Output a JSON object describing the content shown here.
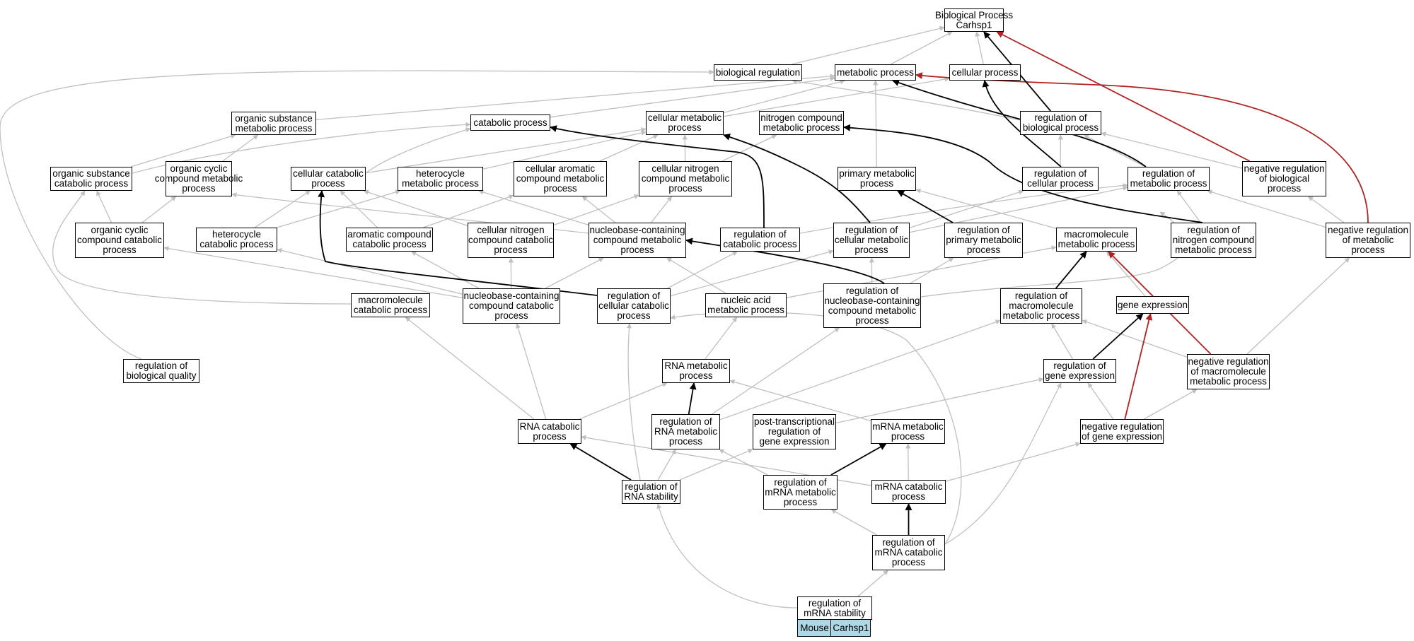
{
  "nodes": [
    {
      "id": "bp_root",
      "lines": [
        "Biological Process",
        "Carhsp1"
      ]
    },
    {
      "id": "bio_reg",
      "lines": [
        "biological regulation"
      ]
    },
    {
      "id": "metab",
      "lines": [
        "metabolic process"
      ]
    },
    {
      "id": "cell_proc",
      "lines": [
        "cellular process"
      ]
    },
    {
      "id": "org_sub_met",
      "lines": [
        "organic substance",
        "metabolic process"
      ]
    },
    {
      "id": "catab",
      "lines": [
        "catabolic process"
      ]
    },
    {
      "id": "cell_met",
      "lines": [
        "cellular metabolic",
        "process"
      ]
    },
    {
      "id": "nitro_met",
      "lines": [
        "nitrogen compound",
        "metabolic process"
      ]
    },
    {
      "id": "reg_bio",
      "lines": [
        "regulation of",
        "biological process"
      ]
    },
    {
      "id": "org_sub_cat",
      "lines": [
        "organic substance",
        "catabolic process"
      ]
    },
    {
      "id": "org_cyc_met",
      "lines": [
        "organic cyclic",
        "compound metabolic",
        "process"
      ]
    },
    {
      "id": "cell_cat",
      "lines": [
        "cellular catabolic",
        "process"
      ]
    },
    {
      "id": "hetero_met",
      "lines": [
        "heterocycle",
        "metabolic process"
      ]
    },
    {
      "id": "cell_arom",
      "lines": [
        "cellular aromatic",
        "compound metabolic",
        "process"
      ]
    },
    {
      "id": "cell_nitro_met",
      "lines": [
        "cellular nitrogen",
        "compound metabolic",
        "process"
      ]
    },
    {
      "id": "prim_met",
      "lines": [
        "primary metabolic",
        "process"
      ]
    },
    {
      "id": "reg_cell_proc",
      "lines": [
        "regulation of",
        "cellular process"
      ]
    },
    {
      "id": "reg_met",
      "lines": [
        "regulation of",
        "metabolic process"
      ]
    },
    {
      "id": "neg_reg_bio",
      "lines": [
        "negative regulation",
        "of biological",
        "process"
      ]
    },
    {
      "id": "org_cyc_cat",
      "lines": [
        "organic cyclic",
        "compound catabolic",
        "process"
      ]
    },
    {
      "id": "hetero_cat",
      "lines": [
        "heterocycle",
        "catabolic process"
      ]
    },
    {
      "id": "arom_cat",
      "lines": [
        "aromatic compound",
        "catabolic process"
      ]
    },
    {
      "id": "cell_nitro_cat",
      "lines": [
        "cellular nitrogen",
        "compound catabolic",
        "process"
      ]
    },
    {
      "id": "nb_met",
      "lines": [
        "nucleobase-containing",
        "compound metabolic",
        "process"
      ]
    },
    {
      "id": "reg_cat",
      "lines": [
        "regulation of",
        "catabolic process"
      ]
    },
    {
      "id": "reg_cell_met",
      "lines": [
        "regulation of",
        "cellular metabolic",
        "process"
      ]
    },
    {
      "id": "reg_prim",
      "lines": [
        "regulation of",
        "primary metabolic",
        "process"
      ]
    },
    {
      "id": "macro_met",
      "lines": [
        "macromolecule",
        "metabolic process"
      ]
    },
    {
      "id": "reg_nitro",
      "lines": [
        "regulation of",
        "nitrogen compound",
        "metabolic process"
      ]
    },
    {
      "id": "neg_reg_met",
      "lines": [
        "negative regulation",
        "of metabolic",
        "process"
      ]
    },
    {
      "id": "macro_cat",
      "lines": [
        "macromolecule",
        "catabolic process"
      ]
    },
    {
      "id": "nb_cat",
      "lines": [
        "nucleobase-containing",
        "compound catabolic",
        "process"
      ]
    },
    {
      "id": "reg_cell_cat",
      "lines": [
        "regulation of",
        "cellular catabolic",
        "process"
      ]
    },
    {
      "id": "nuc_acid",
      "lines": [
        "nucleic acid",
        "metabolic process"
      ]
    },
    {
      "id": "reg_nb",
      "lines": [
        "regulation of",
        "nucleobase-containing",
        "compound metabolic",
        "process"
      ]
    },
    {
      "id": "reg_macro",
      "lines": [
        "regulation of",
        "macromolecule",
        "metabolic process"
      ]
    },
    {
      "id": "gene_exp",
      "lines": [
        "gene expression"
      ]
    },
    {
      "id": "reg_bioq",
      "lines": [
        "regulation of",
        "biological quality"
      ]
    },
    {
      "id": "rna_met",
      "lines": [
        "RNA metabolic",
        "process"
      ]
    },
    {
      "id": "reg_gene",
      "lines": [
        "regulation of",
        "gene expression"
      ]
    },
    {
      "id": "neg_reg_macro",
      "lines": [
        "negative regulation",
        "of macromolecule",
        "metabolic process"
      ]
    },
    {
      "id": "rna_cat",
      "lines": [
        "RNA catabolic",
        "process"
      ]
    },
    {
      "id": "reg_rna_met",
      "lines": [
        "regulation of",
        "RNA metabolic",
        "process"
      ]
    },
    {
      "id": "post_trans",
      "lines": [
        "post-transcriptional",
        "regulation of",
        "gene expression"
      ]
    },
    {
      "id": "mrna_met",
      "lines": [
        "mRNA metabolic",
        "process"
      ]
    },
    {
      "id": "neg_reg_gene",
      "lines": [
        "negative regulation",
        "of gene expression"
      ]
    },
    {
      "id": "reg_rna_stab",
      "lines": [
        "regulation of",
        "RNA stability"
      ]
    },
    {
      "id": "reg_mrna_met",
      "lines": [
        "regulation of",
        "mRNA metabolic",
        "process"
      ]
    },
    {
      "id": "mrna_cat",
      "lines": [
        "mRNA catabolic",
        "process"
      ]
    },
    {
      "id": "reg_mrna_cat",
      "lines": [
        "regulation of",
        "mRNA catabolic",
        "process"
      ]
    },
    {
      "id": "reg_mrna_stab",
      "lines": [
        "regulation of",
        "mRNA stability"
      ]
    }
  ],
  "tags": [
    "Mouse",
    "Carhsp1"
  ],
  "colors": {
    "gray": "#c0c0c0",
    "black": "#000000",
    "red": "#b22222",
    "tag_bg": "#add8e6"
  },
  "edges": [
    {
      "from": "bio_reg",
      "to": "bp_root",
      "color": "gray"
    },
    {
      "from": "metab",
      "to": "bp_root",
      "color": "gray"
    },
    {
      "from": "cell_proc",
      "to": "bp_root",
      "color": "gray"
    },
    {
      "from": "reg_bio",
      "to": "bp_root",
      "color": "black"
    },
    {
      "from": "neg_reg_bio",
      "to": "bp_root",
      "color": "red"
    },
    {
      "from": "reg_bio",
      "to": "bio_reg",
      "color": "gray"
    },
    {
      "from": "reg_bioq",
      "to": "bio_reg",
      "color": "gray"
    },
    {
      "from": "org_sub_met",
      "to": "metab",
      "color": "gray"
    },
    {
      "from": "catab",
      "to": "metab",
      "color": "gray"
    },
    {
      "from": "cell_met",
      "to": "metab",
      "color": "gray"
    },
    {
      "from": "prim_met",
      "to": "metab",
      "color": "gray"
    },
    {
      "from": "reg_met",
      "to": "metab",
      "color": "black"
    },
    {
      "from": "neg_reg_met",
      "to": "metab",
      "color": "red"
    },
    {
      "from": "cell_met",
      "to": "cell_proc",
      "color": "gray"
    },
    {
      "from": "reg_cell_proc",
      "to": "cell_proc",
      "color": "black"
    },
    {
      "from": "reg_cell_proc",
      "to": "reg_bio",
      "color": "gray"
    },
    {
      "from": "reg_met",
      "to": "reg_bio",
      "color": "gray"
    },
    {
      "from": "neg_reg_bio",
      "to": "reg_bio",
      "color": "gray"
    },
    {
      "from": "org_sub_cat",
      "to": "org_sub_met",
      "color": "gray"
    },
    {
      "from": "org_cyc_met",
      "to": "org_sub_met",
      "color": "gray"
    },
    {
      "from": "org_sub_cat",
      "to": "catab",
      "color": "gray"
    },
    {
      "from": "cell_cat",
      "to": "catab",
      "color": "gray"
    },
    {
      "from": "reg_cat",
      "to": "catab",
      "color": "black"
    },
    {
      "from": "cell_cat",
      "to": "cell_met",
      "color": "gray"
    },
    {
      "from": "hetero_met",
      "to": "cell_met",
      "color": "gray"
    },
    {
      "from": "cell_arom",
      "to": "cell_met",
      "color": "gray"
    },
    {
      "from": "cell_nitro_met",
      "to": "cell_met",
      "color": "gray"
    },
    {
      "from": "reg_cell_met",
      "to": "cell_met",
      "color": "black"
    },
    {
      "from": "cell_nitro_met",
      "to": "nitro_met",
      "color": "gray"
    },
    {
      "from": "reg_nitro",
      "to": "nitro_met",
      "color": "black"
    },
    {
      "from": "org_cyc_cat",
      "to": "org_sub_cat",
      "color": "gray"
    },
    {
      "from": "macro_cat",
      "to": "org_sub_cat",
      "color": "gray"
    },
    {
      "from": "org_cyc_cat",
      "to": "org_cyc_met",
      "color": "gray"
    },
    {
      "from": "hetero_cat",
      "to": "cell_cat",
      "color": "gray"
    },
    {
      "from": "arom_cat",
      "to": "cell_cat",
      "color": "gray"
    },
    {
      "from": "cell_nitro_cat",
      "to": "cell_cat",
      "color": "gray"
    },
    {
      "from": "reg_cell_cat",
      "to": "cell_cat",
      "color": "black"
    },
    {
      "from": "hetero_cat",
      "to": "hetero_met",
      "color": "gray"
    },
    {
      "from": "nb_met",
      "to": "hetero_met",
      "color": "gray"
    },
    {
      "from": "nb_met",
      "to": "cell_arom",
      "color": "gray"
    },
    {
      "from": "arom_cat",
      "to": "cell_arom",
      "color": "gray"
    },
    {
      "from": "nb_met",
      "to": "cell_nitro_met",
      "color": "gray"
    },
    {
      "from": "cell_nitro_cat",
      "to": "cell_nitro_met",
      "color": "gray"
    },
    {
      "from": "nb_met",
      "to": "org_cyc_met",
      "color": "gray"
    },
    {
      "from": "macro_met",
      "to": "prim_met",
      "color": "gray"
    },
    {
      "from": "reg_prim",
      "to": "prim_met",
      "color": "black"
    },
    {
      "from": "reg_cell_met",
      "to": "reg_cell_proc",
      "color": "gray"
    },
    {
      "from": "reg_cell_met",
      "to": "reg_met",
      "color": "gray"
    },
    {
      "from": "reg_nitro",
      "to": "reg_met",
      "color": "gray"
    },
    {
      "from": "neg_reg_met",
      "to": "reg_met",
      "color": "gray"
    },
    {
      "from": "reg_cat",
      "to": "reg_met",
      "color": "gray"
    },
    {
      "from": "neg_reg_met",
      "to": "neg_reg_bio",
      "color": "gray"
    },
    {
      "from": "nb_cat",
      "to": "org_cyc_cat",
      "color": "gray"
    },
    {
      "from": "nb_cat",
      "to": "hetero_cat",
      "color": "gray"
    },
    {
      "from": "nb_cat",
      "to": "arom_cat",
      "color": "gray"
    },
    {
      "from": "nb_cat",
      "to": "cell_nitro_cat",
      "color": "gray"
    },
    {
      "from": "nb_cat",
      "to": "nb_met",
      "color": "gray"
    },
    {
      "from": "nuc_acid",
      "to": "nb_met",
      "color": "gray"
    },
    {
      "from": "reg_nb",
      "to": "nb_met",
      "color": "black"
    },
    {
      "from": "reg_cell_cat",
      "to": "reg_cat",
      "color": "gray"
    },
    {
      "from": "reg_cell_cat",
      "to": "reg_cell_met",
      "color": "gray"
    },
    {
      "from": "reg_nb",
      "to": "reg_cell_met",
      "color": "gray"
    },
    {
      "from": "reg_nb",
      "to": "reg_prim",
      "color": "gray"
    },
    {
      "from": "nuc_acid",
      "to": "macro_met",
      "color": "gray"
    },
    {
      "from": "reg_macro",
      "to": "macro_met",
      "color": "black"
    },
    {
      "from": "gene_exp",
      "to": "macro_met",
      "color": "gray"
    },
    {
      "from": "neg_reg_macro",
      "to": "macro_met",
      "color": "red"
    },
    {
      "from": "reg_nb",
      "to": "reg_nitro",
      "color": "gray"
    },
    {
      "from": "neg_reg_macro",
      "to": "neg_reg_met",
      "color": "gray"
    },
    {
      "from": "rna_cat",
      "to": "macro_cat",
      "color": "gray"
    },
    {
      "from": "rna_cat",
      "to": "nb_cat",
      "color": "gray"
    },
    {
      "from": "reg_rna_stab",
      "to": "reg_cell_cat",
      "color": "gray"
    },
    {
      "from": "reg_mrna_cat",
      "to": "reg_cell_cat",
      "color": "gray"
    },
    {
      "from": "rna_met",
      "to": "nuc_acid",
      "color": "gray"
    },
    {
      "from": "reg_rna_met",
      "to": "reg_nb",
      "color": "gray"
    },
    {
      "from": "reg_gene",
      "to": "reg_macro",
      "color": "gray"
    },
    {
      "from": "reg_rna_met",
      "to": "reg_macro",
      "color": "gray"
    },
    {
      "from": "neg_reg_macro",
      "to": "reg_macro",
      "color": "gray"
    },
    {
      "from": "reg_gene",
      "to": "gene_exp",
      "color": "black"
    },
    {
      "from": "neg_reg_gene",
      "to": "gene_exp",
      "color": "red"
    },
    {
      "from": "rna_cat",
      "to": "rna_met",
      "color": "gray"
    },
    {
      "from": "reg_rna_met",
      "to": "rna_met",
      "color": "black"
    },
    {
      "from": "mrna_met",
      "to": "rna_met",
      "color": "gray"
    },
    {
      "from": "post_trans",
      "to": "reg_gene",
      "color": "gray"
    },
    {
      "from": "neg_reg_gene",
      "to": "reg_gene",
      "color": "gray"
    },
    {
      "from": "reg_mrna_cat",
      "to": "reg_gene",
      "color": "gray"
    },
    {
      "from": "neg_reg_gene",
      "to": "neg_reg_macro",
      "color": "gray"
    },
    {
      "from": "reg_rna_stab",
      "to": "rna_cat",
      "color": "black"
    },
    {
      "from": "mrna_cat",
      "to": "rna_cat",
      "color": "gray"
    },
    {
      "from": "reg_rna_stab",
      "to": "reg_rna_met",
      "color": "gray"
    },
    {
      "from": "reg_mrna_met",
      "to": "reg_rna_met",
      "color": "gray"
    },
    {
      "from": "reg_rna_stab",
      "to": "post_trans",
      "color": "gray"
    },
    {
      "from": "reg_mrna_met",
      "to": "mrna_met",
      "color": "black"
    },
    {
      "from": "mrna_cat",
      "to": "mrna_met",
      "color": "gray"
    },
    {
      "from": "mrna_cat",
      "to": "neg_reg_gene",
      "color": "gray"
    },
    {
      "from": "reg_mrna_stab",
      "to": "reg_rna_stab",
      "color": "gray"
    },
    {
      "from": "reg_mrna_cat",
      "to": "reg_mrna_met",
      "color": "gray"
    },
    {
      "from": "reg_mrna_cat",
      "to": "mrna_cat",
      "color": "black"
    },
    {
      "from": "reg_mrna_stab",
      "to": "reg_mrna_cat",
      "color": "gray"
    }
  ]
}
